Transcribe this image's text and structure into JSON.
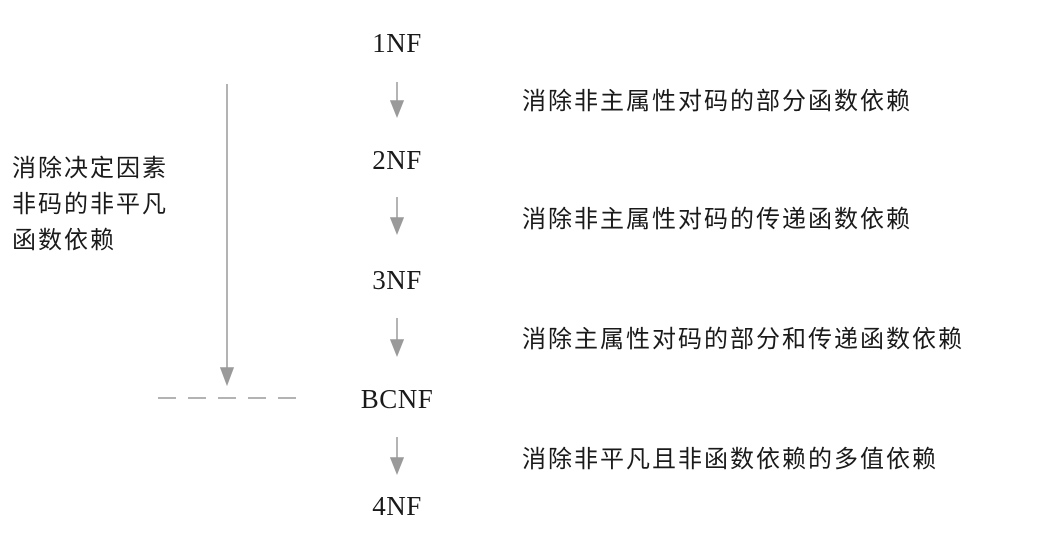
{
  "levels": [
    "1NF",
    "2NF",
    "3NF",
    "BCNF",
    "4NF"
  ],
  "steps": [
    "消除非主属性对码的部分函数依赖",
    "消除非主属性对码的传递函数依赖",
    "消除主属性对码的部分和传递函数依赖",
    "消除非平凡且非函数依赖的多值依赖"
  ],
  "side_note": {
    "lines": [
      "消除决定因素",
      "非码的非平凡",
      "函数依赖"
    ]
  },
  "colors": {
    "text": "#1a1a1a",
    "arrow": "#9a9a9a"
  }
}
